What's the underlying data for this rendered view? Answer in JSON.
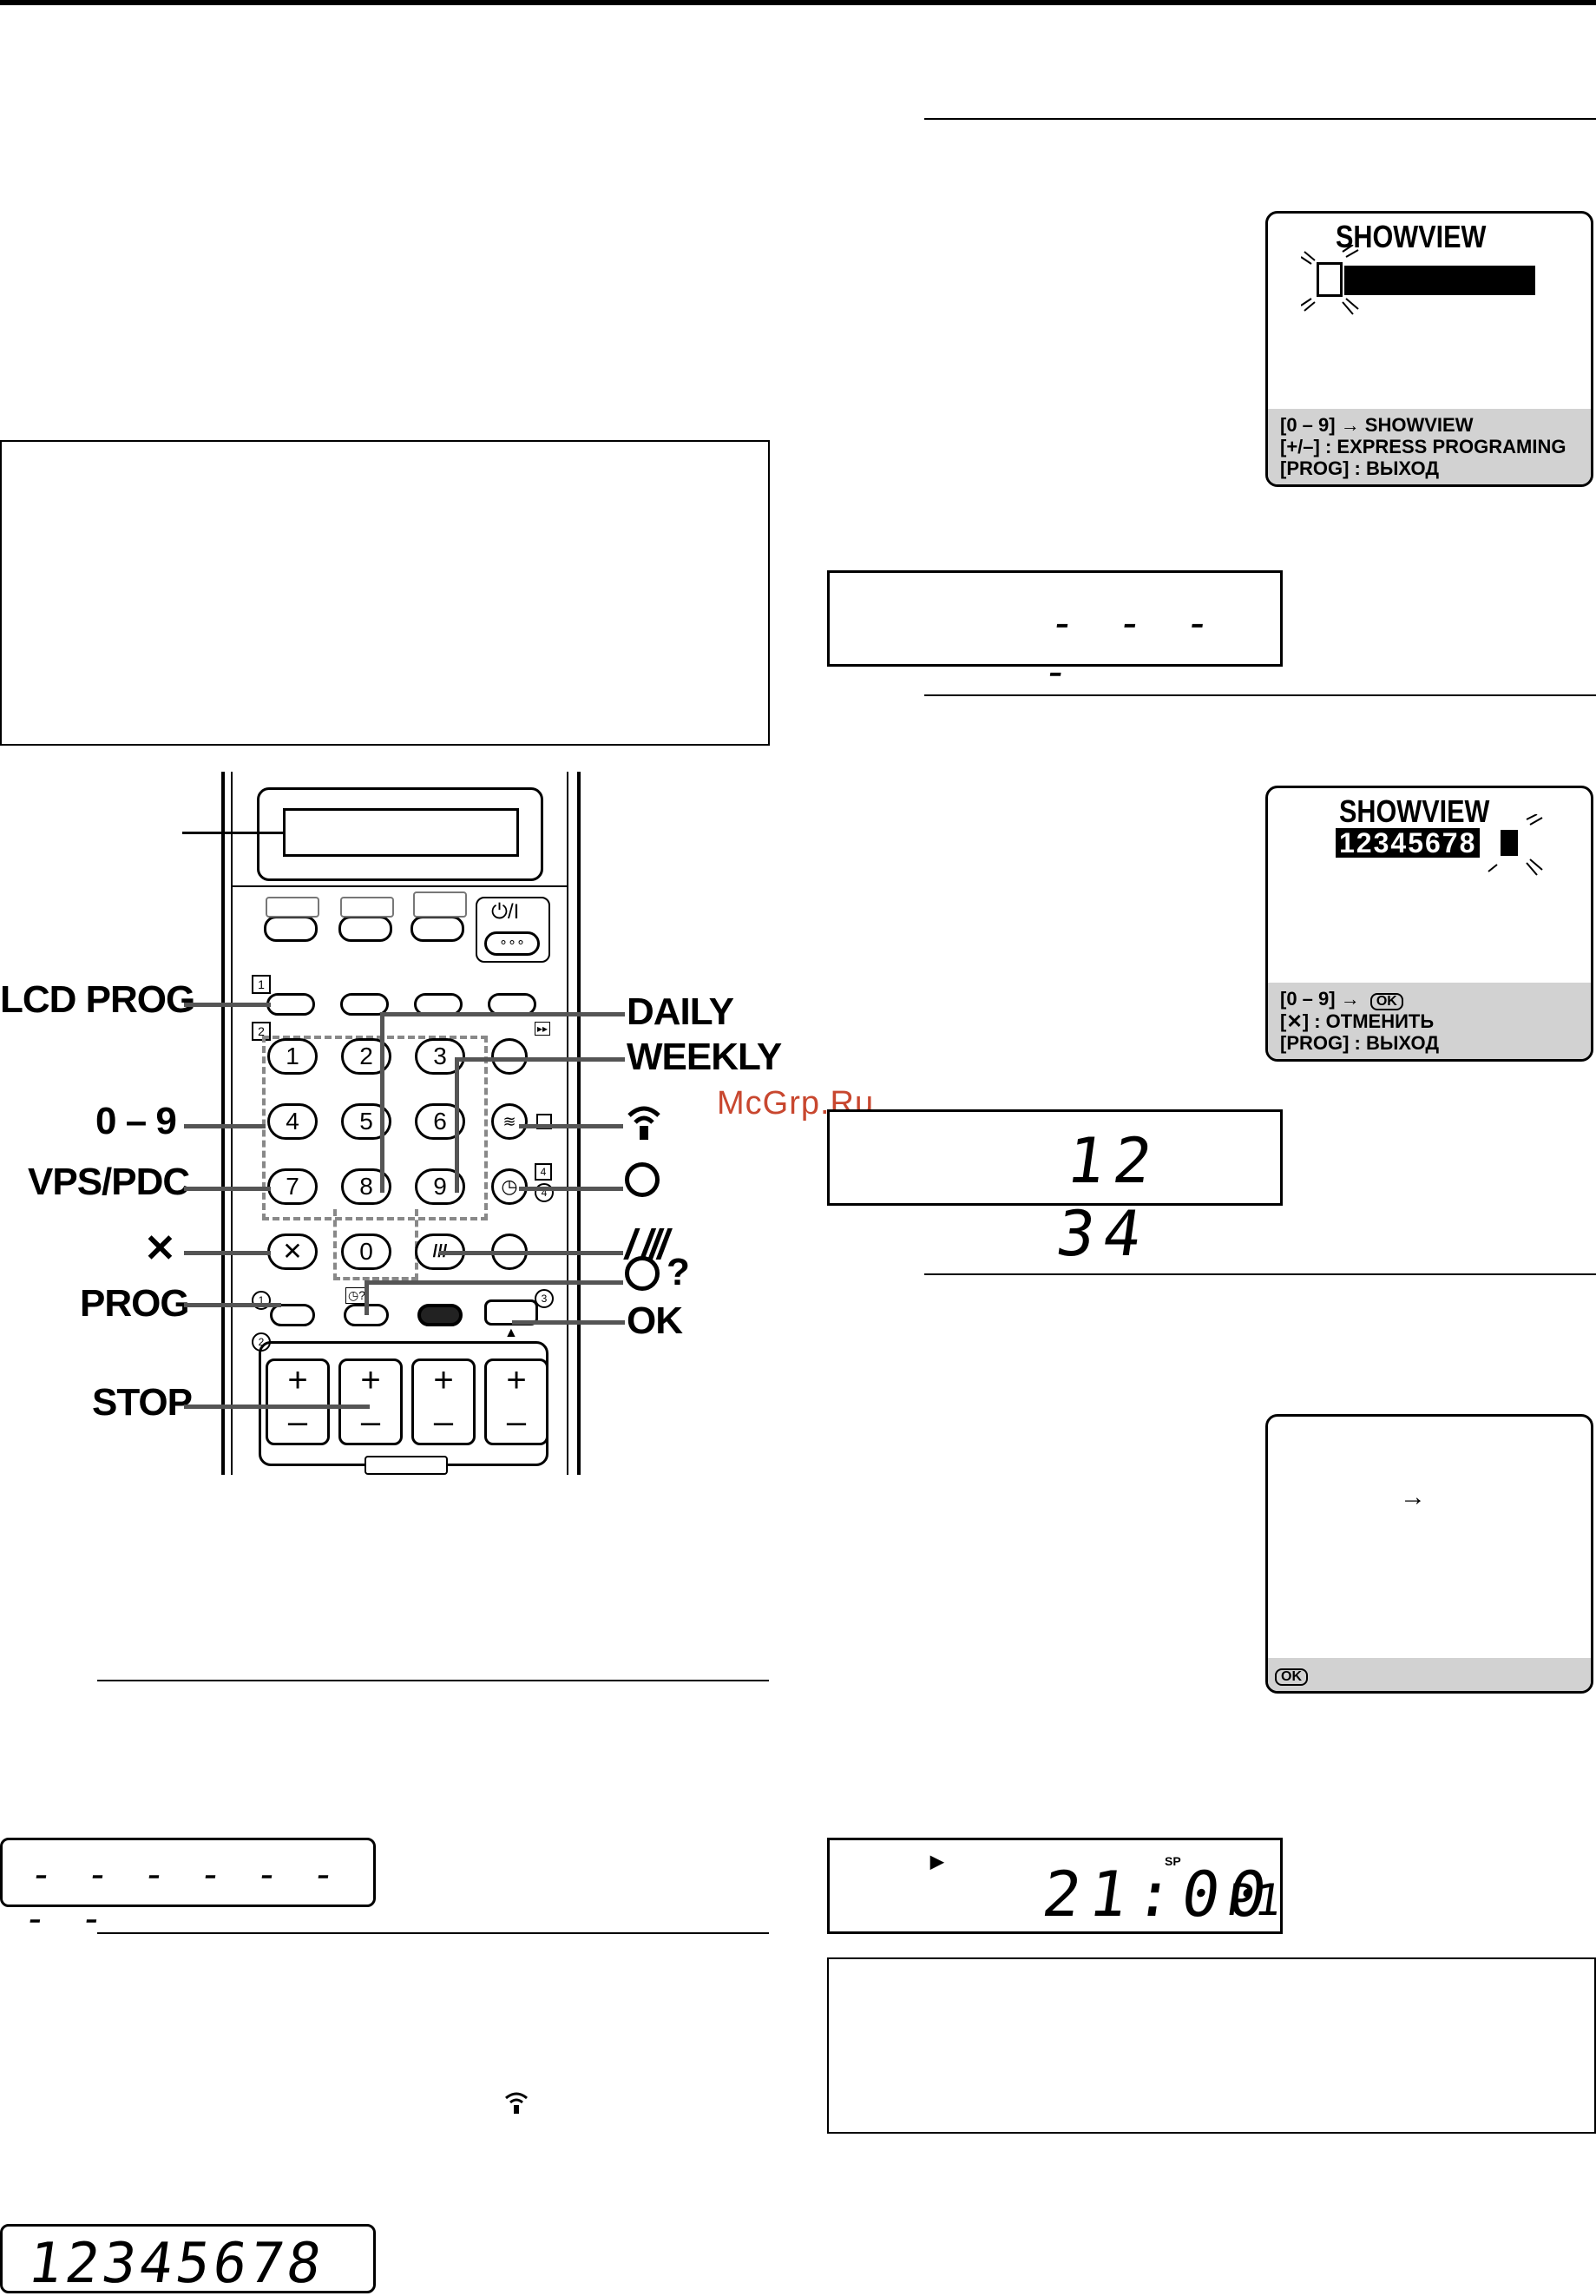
{
  "watermark": "McGrp.Ru",
  "osd_screens": [
    {
      "title": "SHOWVIEW",
      "number": "",
      "footer": [
        "[0 – 9] → SHOWVIEW",
        "[+/–] : EXPRESS PROGRAMING",
        "[PROG] : ВЫХОД"
      ]
    },
    {
      "title": "SHOWVIEW",
      "number": "12345678",
      "footer_line1_prefix": "[0 – 9] →",
      "footer_line1_ok": "OK",
      "footer": [
        "[✕] : ОТМЕНИТЬ",
        "[PROG] : ВЫХОД"
      ]
    },
    {
      "arrow": "→",
      "footer_ok": "OK"
    }
  ],
  "vcr_displays": {
    "dashes_short": "- - - -",
    "digits_1234": "12 34",
    "time": "21:00",
    "sp": "SP",
    "prog": "P1",
    "dashes_long": "- - - - - - - -",
    "digits_8": "12345678"
  },
  "remote": {
    "labels": {
      "lcd_prog": "LCD PROG",
      "daily": "DAILY",
      "weekly": "WEEKLY",
      "digits": "0 – 9",
      "vps_pdc": "VPS/PDC",
      "cancel": "✕",
      "prog": "PROG",
      "ok": "OK",
      "stop": "STOP",
      "timer_question": "?"
    },
    "keys": [
      "1",
      "2",
      "3",
      "4",
      "5",
      "6",
      "7",
      "8",
      "9",
      "0"
    ],
    "power_symbol": "⏻/I",
    "markers": [
      "1",
      "2",
      "3",
      "4"
    ],
    "circled": [
      "1",
      "2",
      "3",
      "4"
    ],
    "pm": {
      "plus": "+",
      "minus": "–"
    }
  }
}
